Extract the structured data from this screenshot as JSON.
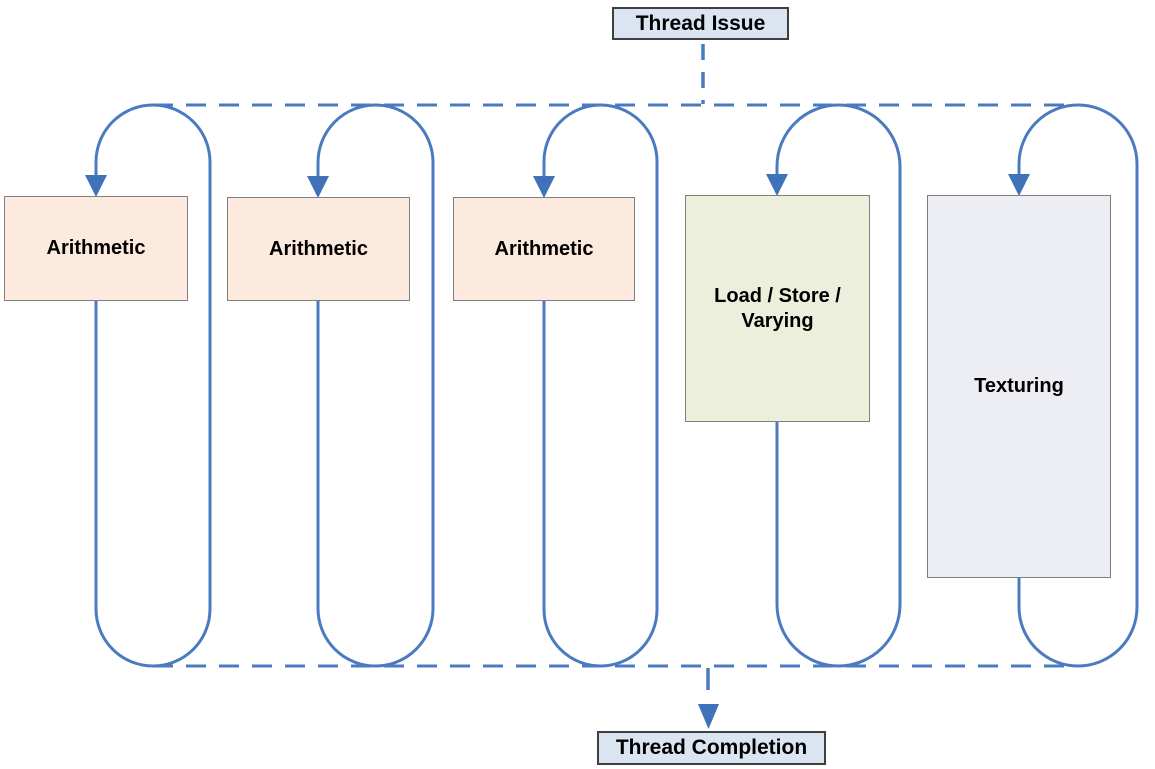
{
  "diagram": {
    "top_node": {
      "label": "Thread Issue"
    },
    "bottom_node": {
      "label": "Thread Completion"
    },
    "units": [
      {
        "name": "arithmetic-1",
        "label": "Arithmetic",
        "fill": "#fdeade"
      },
      {
        "name": "arithmetic-2",
        "label": "Arithmetic",
        "fill": "#fdeade"
      },
      {
        "name": "arithmetic-3",
        "label": "Arithmetic",
        "fill": "#fdeade"
      },
      {
        "name": "load-store-varying",
        "label": "Load / Store /\nVarying",
        "fill": "#ebefdc"
      },
      {
        "name": "texturing",
        "label": "Texturing",
        "fill": "#ededf4"
      }
    ],
    "colors": {
      "flow_line": "#4a7bc0",
      "arrowhead": "#3f72b8",
      "unit_border": "#7f7f7f",
      "node_fill": "#dbe5f1",
      "node_border": "#3f3f3f",
      "text": "#000000",
      "background": "#ffffff"
    }
  }
}
